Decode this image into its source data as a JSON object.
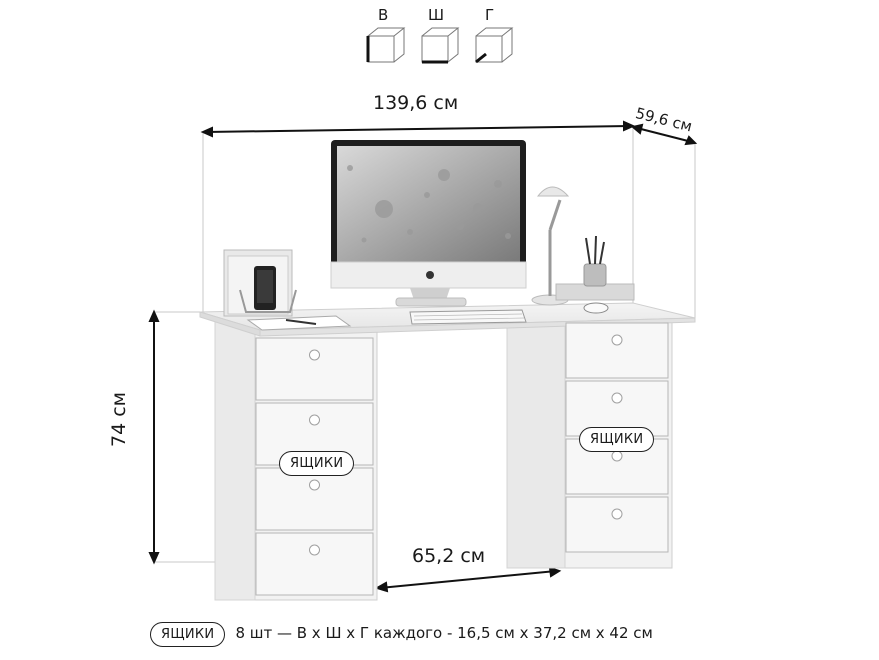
{
  "legend": {
    "height_letter": "В",
    "width_letter": "Ш",
    "depth_letter": "Г"
  },
  "dimensions": {
    "width": "139,6 см",
    "depth": "59,6 см",
    "height": "74 см",
    "knee_gap": "65,2 см"
  },
  "callouts": {
    "left_drawers": "ЯЩИКИ",
    "right_drawers": "ЯЩИКИ"
  },
  "footnote": {
    "tag": "ЯЩИКИ",
    "text": "8 шт — В х Ш х Г каждого - 16,5 см х 37,2 см х 42 см"
  },
  "illustration": {
    "product": "desk-with-8-drawers",
    "monitor_icon": "monitor-icon",
    "lamp_icon": "desk-lamp-icon",
    "keyboard_icon": "keyboard-icon",
    "mouse_icon": "mouse-icon",
    "pen_cup_icon": "pen-cup-icon",
    "organizer_icon": "document-organizer-icon"
  }
}
